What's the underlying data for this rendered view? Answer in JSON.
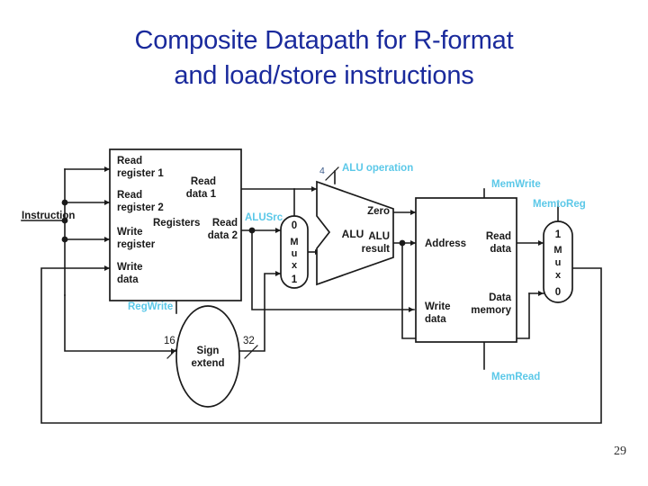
{
  "slide": {
    "title_line_1": "Composite Datapath for R-format",
    "title_line_2": "and load/store instructions",
    "title_color": "#1a2a9c",
    "page_number": "29",
    "background": "#ffffff"
  },
  "diagram": {
    "name": "mips-single-cycle-datapath",
    "wire_color": "#1a1a1a",
    "control_label_color": "#5bc8e8",
    "block_outline_color": "#1a1a1a",
    "bus_label": "Instruction",
    "register_file": {
      "title": "Registers",
      "inputs": [
        "Read register 1",
        "Read register 2",
        "Write register",
        "Write data"
      ],
      "input_1_line_1": "Read",
      "input_1_line_2": "register 1",
      "input_2_line_1": "Read",
      "input_2_line_2": "register 2",
      "input_3_line_1": "Write",
      "input_3_line_2": "register",
      "input_4_line_1": "Write",
      "input_4_line_2": "data",
      "output_1_line_1": "Read",
      "output_1_line_2": "data 1",
      "output_2_line_1": "Read",
      "output_2_line_2": "data 2",
      "control_signal": "RegWrite"
    },
    "sign_extend": {
      "label_line_1": "Sign",
      "label_line_2": "extend",
      "input_width": "16",
      "output_width": "32"
    },
    "alu_src_mux": {
      "name": "ALUSrc",
      "control_signal": "ALUSrc",
      "input_top_label": "0",
      "input_bottom_label": "1",
      "body_letters": [
        "M",
        "u",
        "x"
      ]
    },
    "alu": {
      "label": "ALU",
      "control_signal": "ALU operation",
      "control_width": "4",
      "output_zero": "Zero",
      "output_result_line_1": "ALU",
      "output_result_line_2": "result"
    },
    "data_memory": {
      "title_line_1": "Data",
      "title_line_2": "memory",
      "input_address": "Address",
      "input_write_data_line_1": "Write",
      "input_write_data_line_2": "data",
      "output_read_data_line_1": "Read",
      "output_read_data_line_2": "data",
      "control_signal_write": "MemWrite",
      "control_signal_read": "MemRead"
    },
    "mem_to_reg_mux": {
      "control_signal": "MemtoReg",
      "input_top_label": "1",
      "input_bottom_label": "0",
      "body_letters": [
        "M",
        "u",
        "x"
      ]
    }
  }
}
